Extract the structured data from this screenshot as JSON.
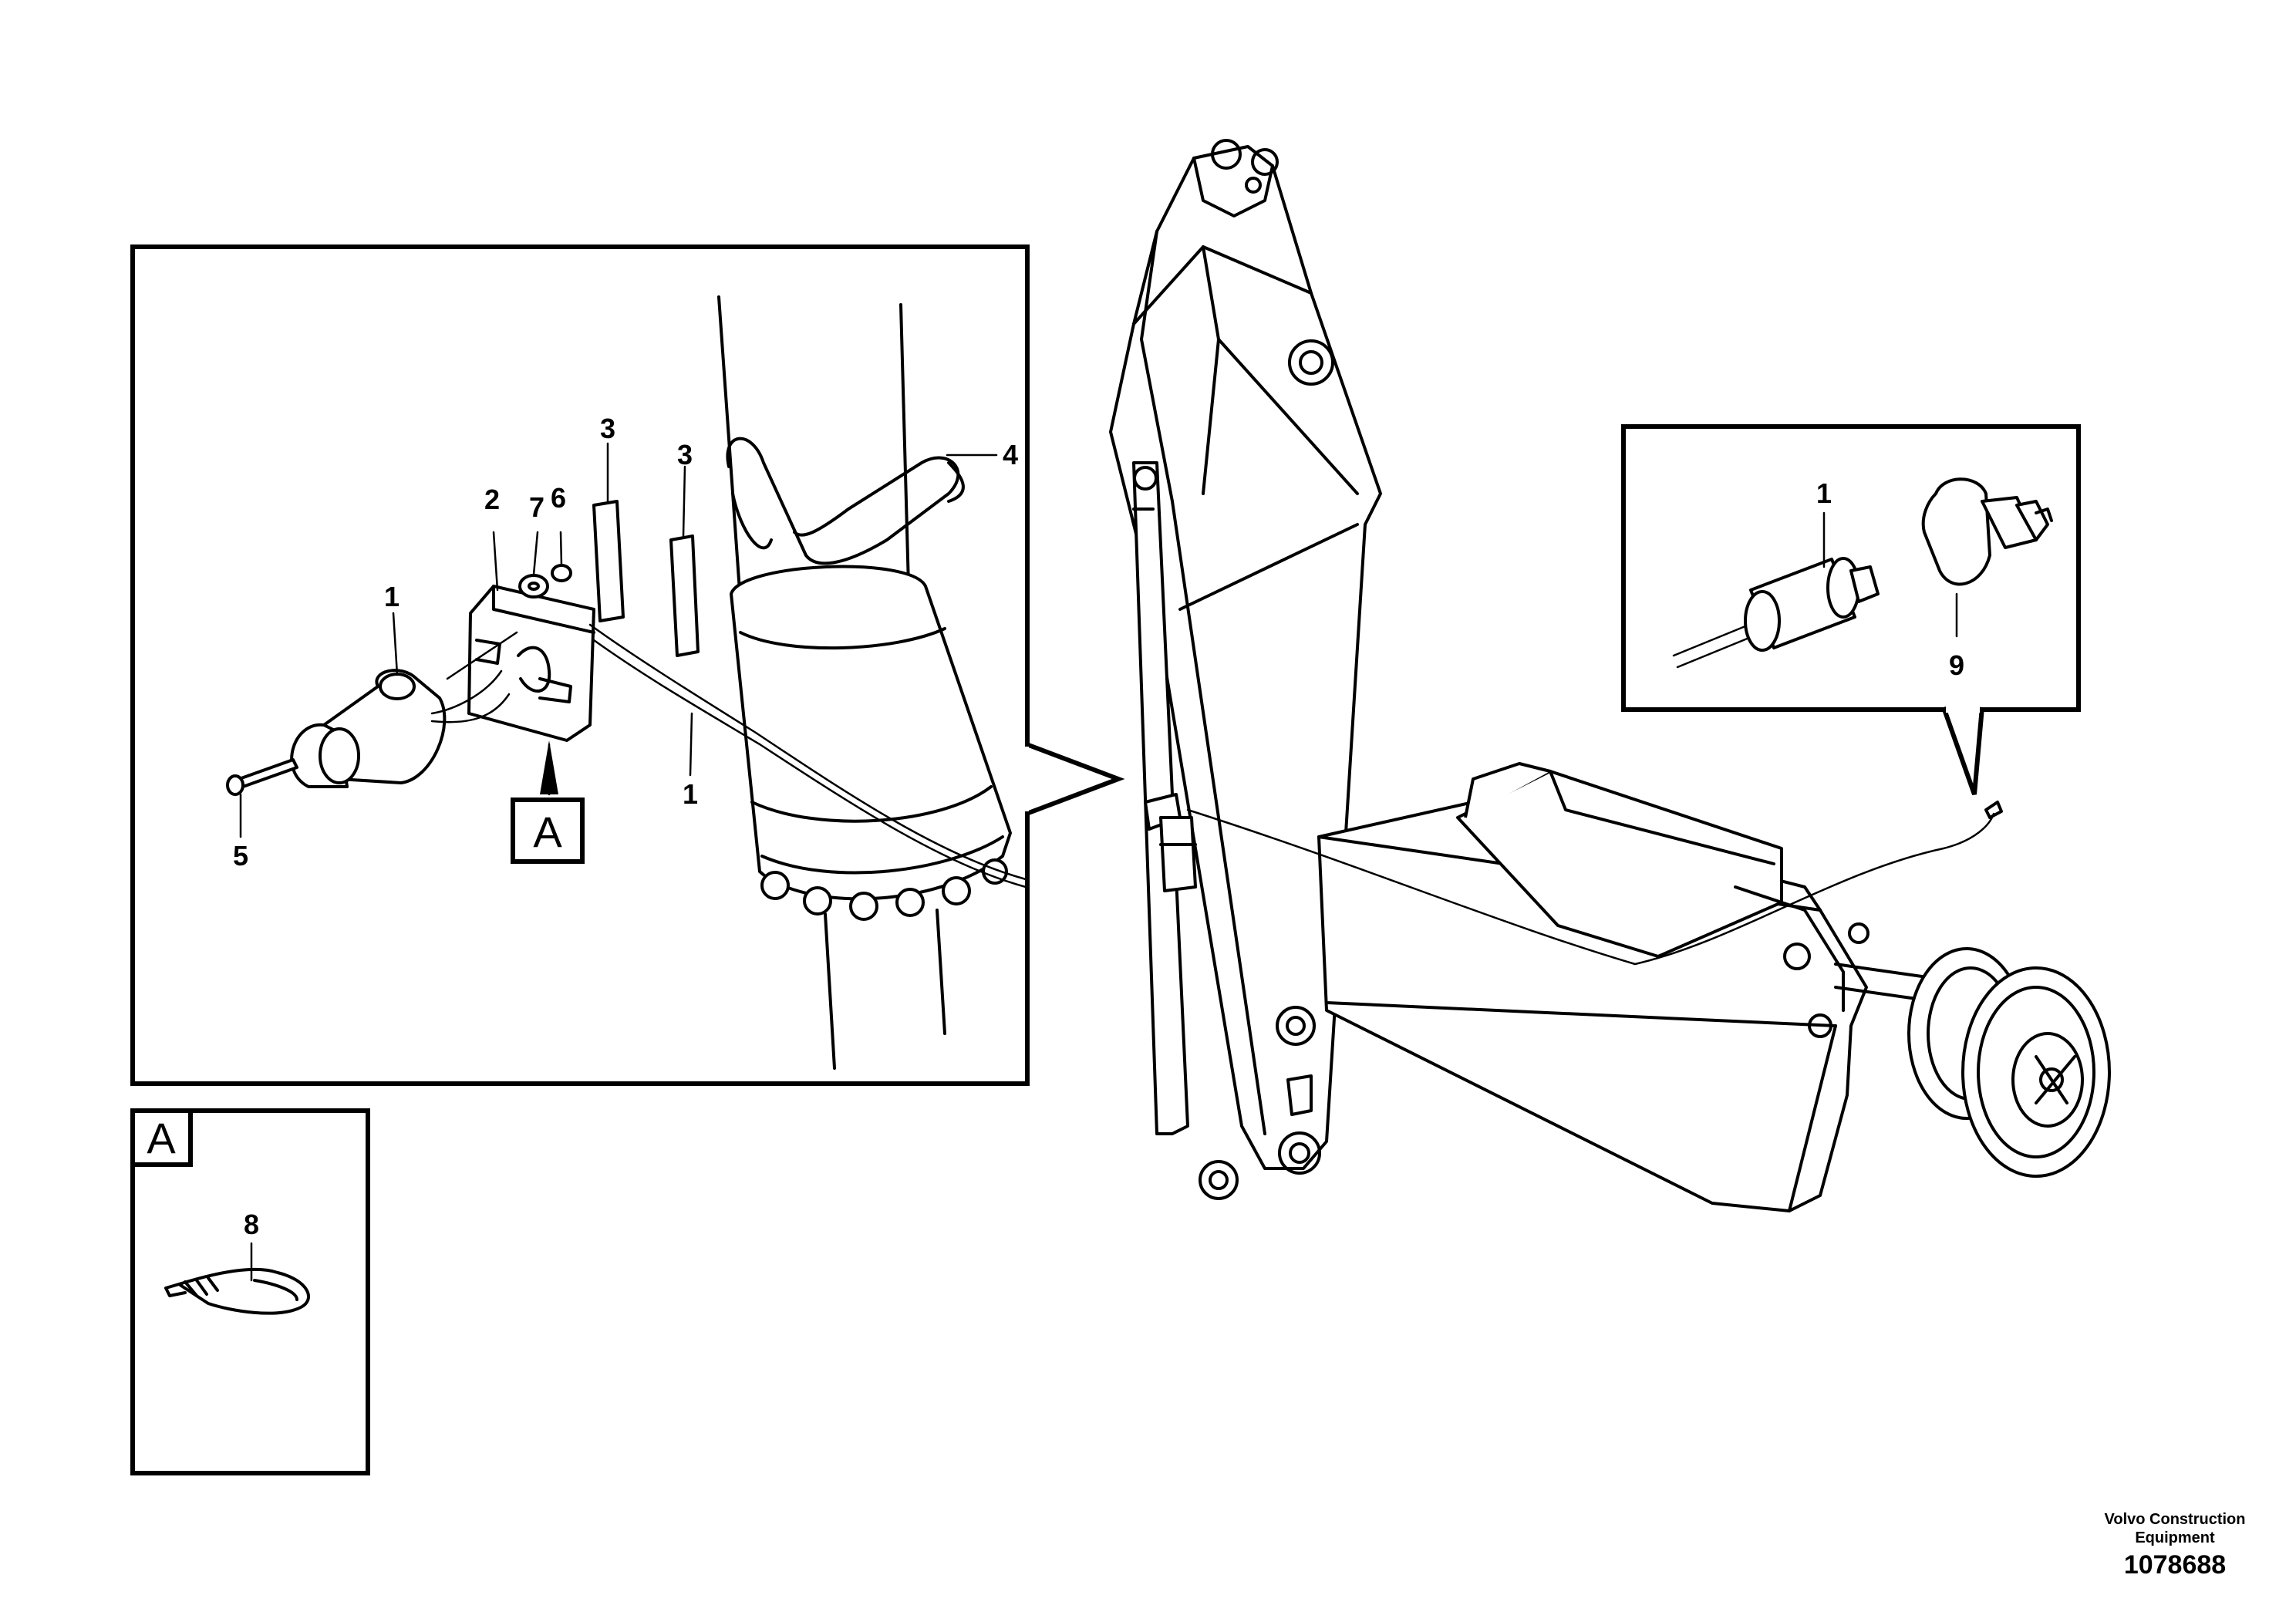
{
  "callouts": {
    "main_1a": "1",
    "main_1b": "1",
    "main_2": "2",
    "main_3a": "3",
    "main_3b": "3",
    "main_4": "4",
    "main_5": "5",
    "main_6": "6",
    "main_7": "7",
    "detail_a_8": "8",
    "connector_1": "1",
    "connector_9": "9"
  },
  "view_labels": {
    "reference_marker": "A",
    "detail_box_title": "A"
  },
  "footer": {
    "company_line1": "Volvo Construction",
    "company_line2": "Equipment",
    "drawing_number": "1078688"
  }
}
